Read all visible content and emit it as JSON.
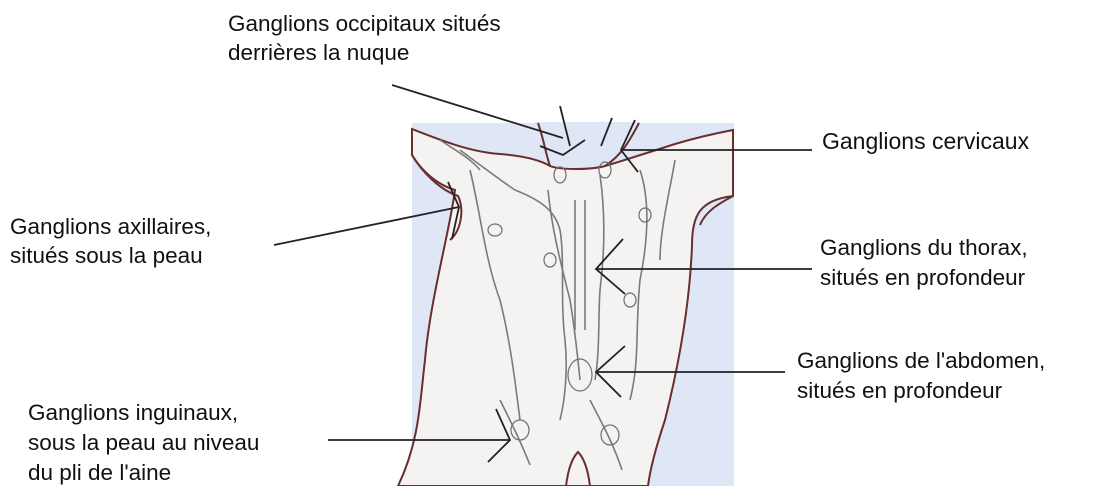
{
  "labels": {
    "occipital": {
      "line1": "Ganglions occipitaux situés",
      "line2": "derrières la nuque"
    },
    "cervical": {
      "line1": "Ganglions cervicaux"
    },
    "axillary": {
      "line1": "Ganglions axillaires,",
      "line2": "situés sous la peau"
    },
    "thorax": {
      "line1": "Ganglions du thorax,",
      "line2": "situés en profondeur"
    },
    "abdomen": {
      "line1": "Ganglions de l'abdomen,",
      "line2": "situés en profondeur"
    },
    "inguinal": {
      "line1": "Ganglions inguinaux,",
      "line2": "sous la peau au niveau",
      "line3": "du pli de l'aine"
    }
  },
  "colors": {
    "panel_background": "#dfe7f7",
    "body_fill": "#f4f3f1",
    "body_outline": "#6b2e2e",
    "lymph_vessels": "#7a7a7a",
    "leader_lines": "#222222"
  }
}
